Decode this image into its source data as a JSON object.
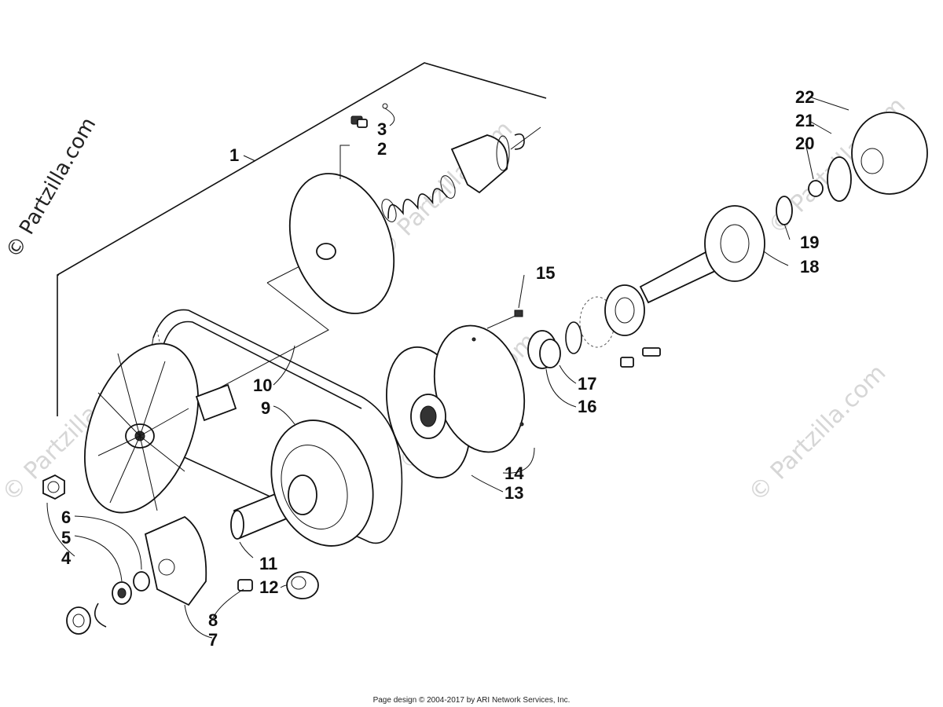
{
  "watermark": {
    "left_text": "© Partzilla.com",
    "faint_text": "© Partzilla.com"
  },
  "footer": {
    "text": "Page design © 2004-2017 by ARI Network Services, Inc."
  },
  "callouts": {
    "c1": "1",
    "c2": "2",
    "c3": "3",
    "c4": "4",
    "c5": "5",
    "c6": "6",
    "c7": "7",
    "c8": "8",
    "c9": "9",
    "c10": "10",
    "c11": "11",
    "c12": "12",
    "c13": "13",
    "c14": "14",
    "c15": "15",
    "c16": "16",
    "c17": "17",
    "c18": "18",
    "c19": "19",
    "c20": "20",
    "c21": "21",
    "c22": "22"
  }
}
